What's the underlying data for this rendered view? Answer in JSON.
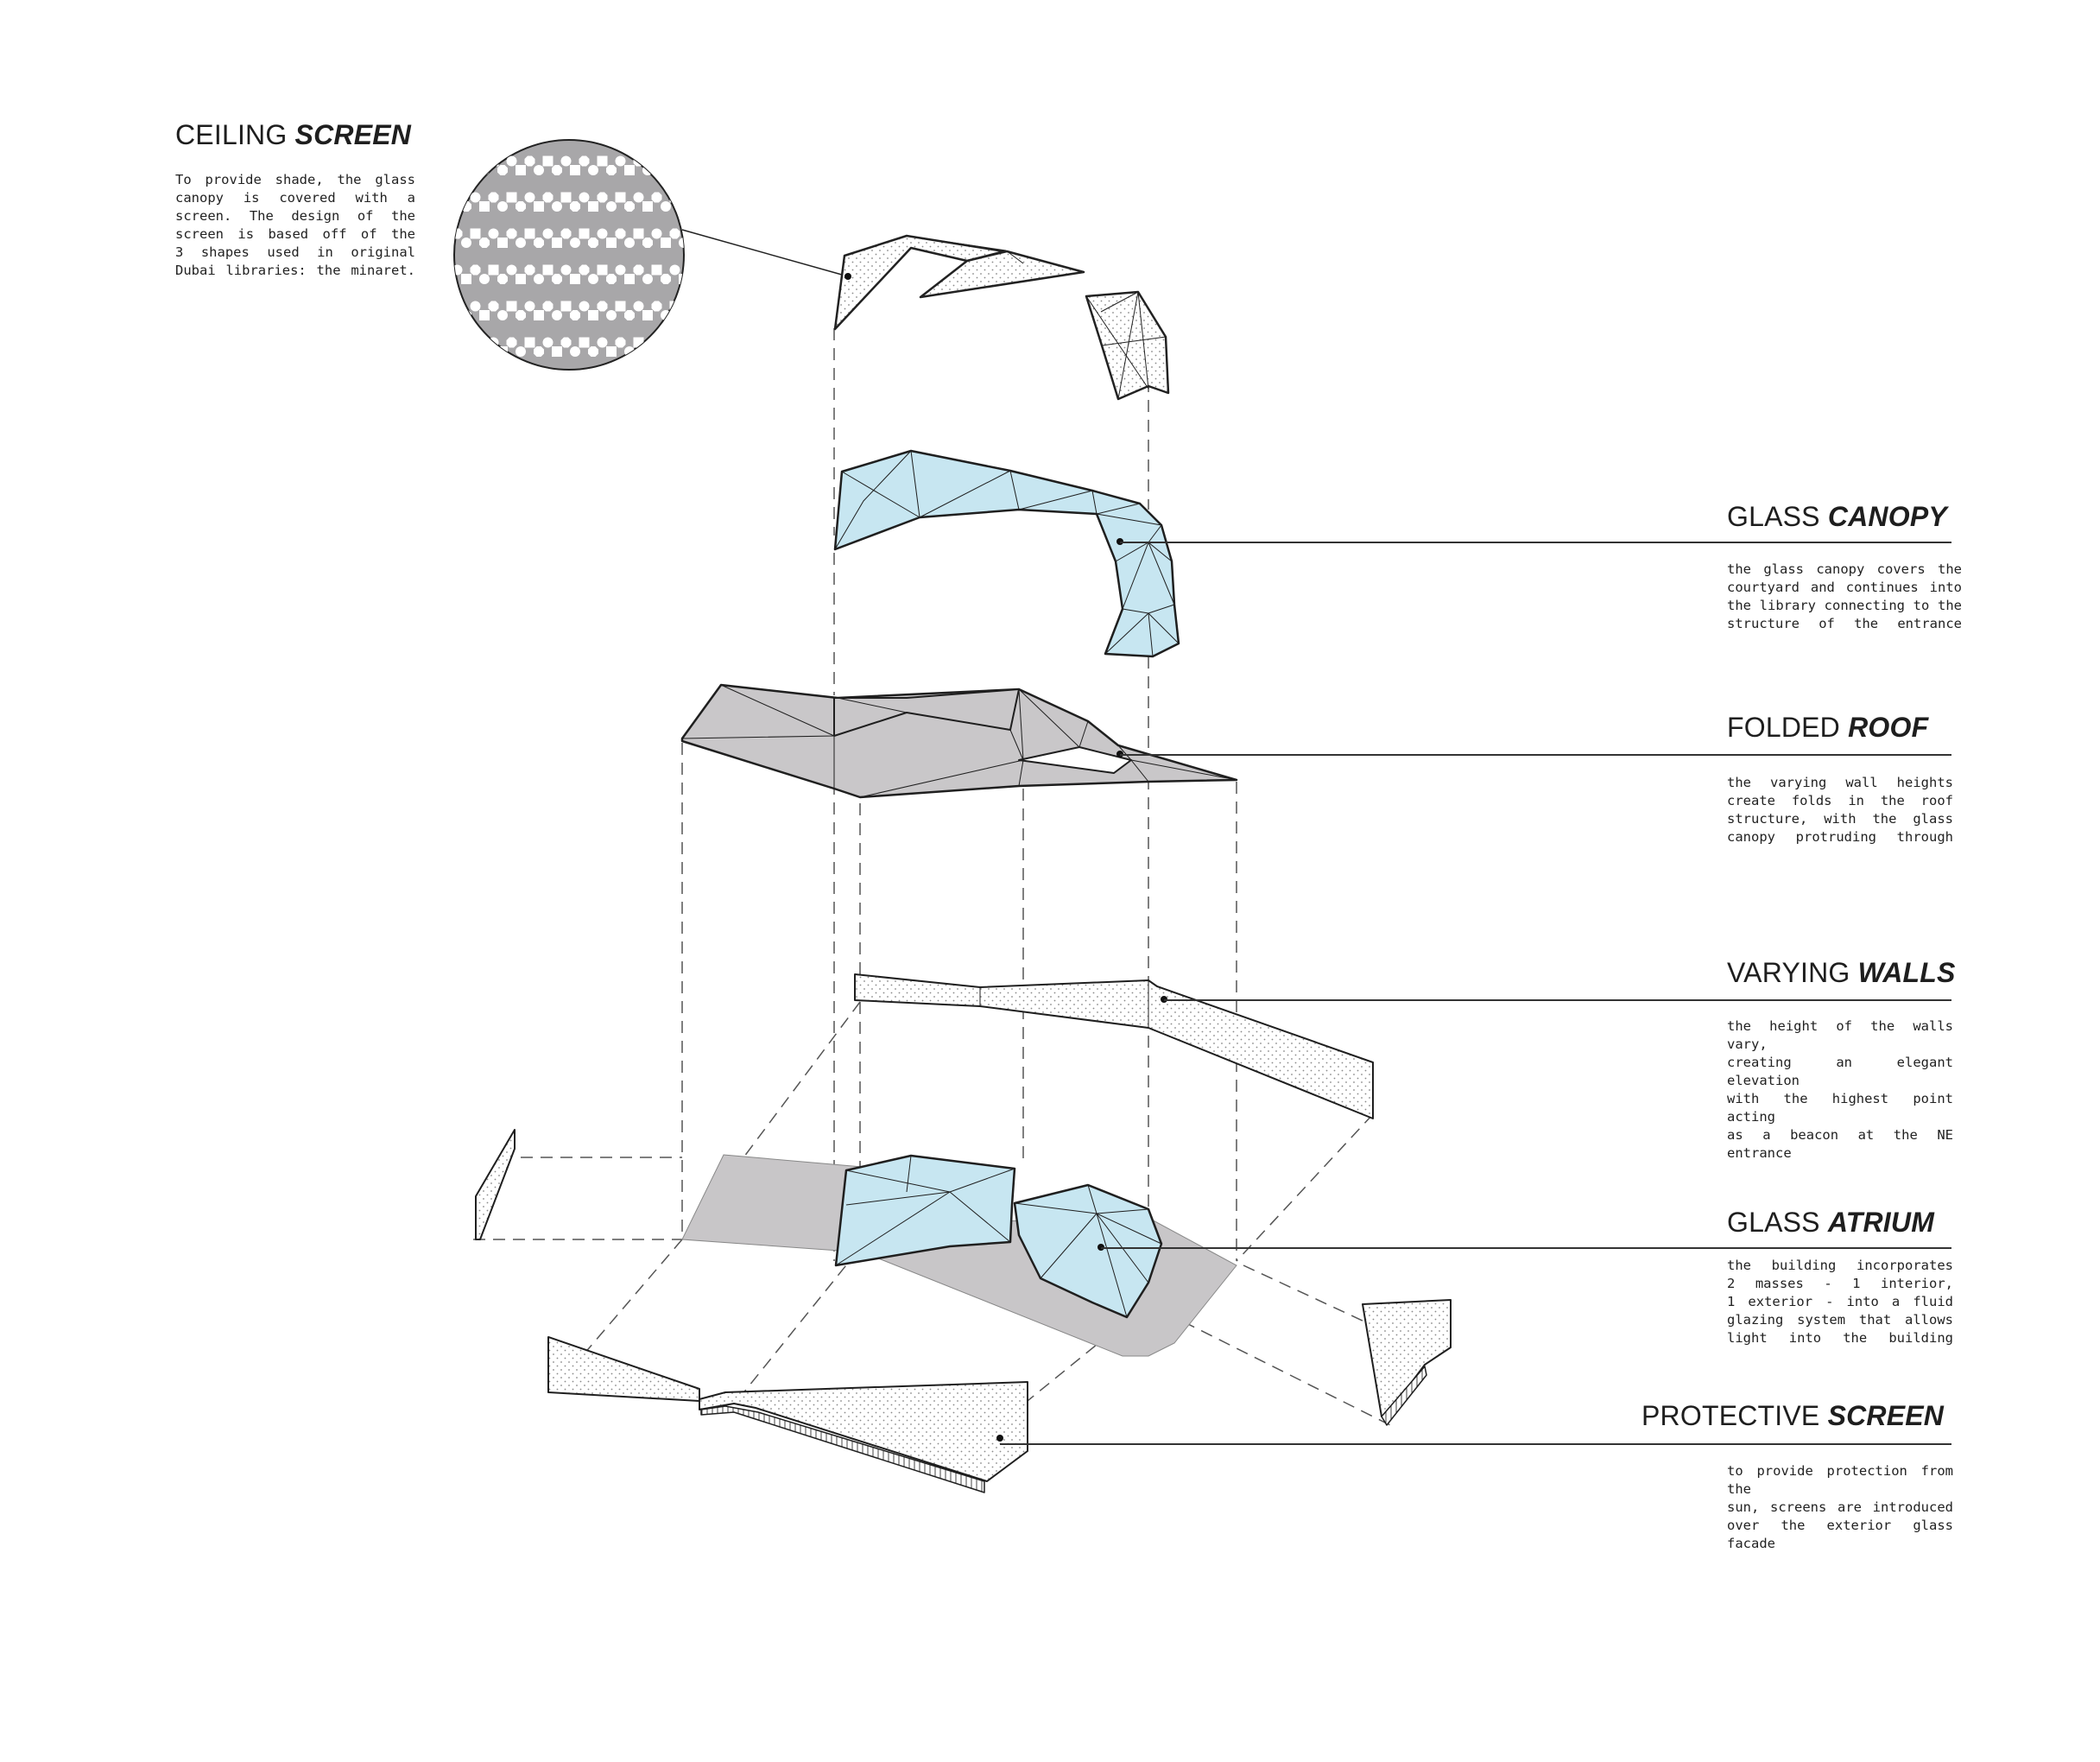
{
  "colors": {
    "glass": "#c7e6f1",
    "roof": "#c9c7c9",
    "floor": "#c8c6c8",
    "screen_disc": "#a8a7a9",
    "line": "#222222"
  },
  "labels": {
    "ceiling_screen": {
      "title_plain": "CEILING",
      "title_bold": "SCREEN",
      "lines": [
        "To provide shade, the glass",
        "canopy is covered with a",
        "screen. The design of the",
        "screen is based off of the",
        "3 shapes used in original",
        "Dubai libraries: the minaret."
      ]
    },
    "glass_canopy": {
      "title_plain": "GLASS",
      "title_bold": "CANOPY",
      "lines": [
        "the glass canopy covers the",
        "courtyard and continues into",
        "the library connecting to the",
        "structure of the entrance"
      ]
    },
    "folded_roof": {
      "title_plain": "FOLDED",
      "title_bold": "ROOF",
      "lines": [
        "the varying wall heights",
        "create folds in the roof",
        "structure, with the glass",
        "canopy protruding through"
      ]
    },
    "varying_walls": {
      "title_plain": "VARYING",
      "title_bold": "WALLS",
      "lines": [
        "the height of the walls vary,",
        "creating an elegant elevation",
        "with the highest point acting",
        "as a beacon at the NE entrance"
      ]
    },
    "glass_atrium": {
      "title_plain": "GLASS",
      "title_bold": "ATRIUM",
      "lines": [
        "the building incorporates",
        "2 masses - 1 interior,",
        "1 exterior - into a fluid",
        "glazing system that allows",
        "light into the building"
      ]
    },
    "protective_screen": {
      "title_plain": "PROTECTIVE",
      "title_bold": "SCREEN",
      "lines": [
        "to provide protection from the",
        "sun, screens are introduced",
        "over the exterior glass facade"
      ]
    }
  }
}
